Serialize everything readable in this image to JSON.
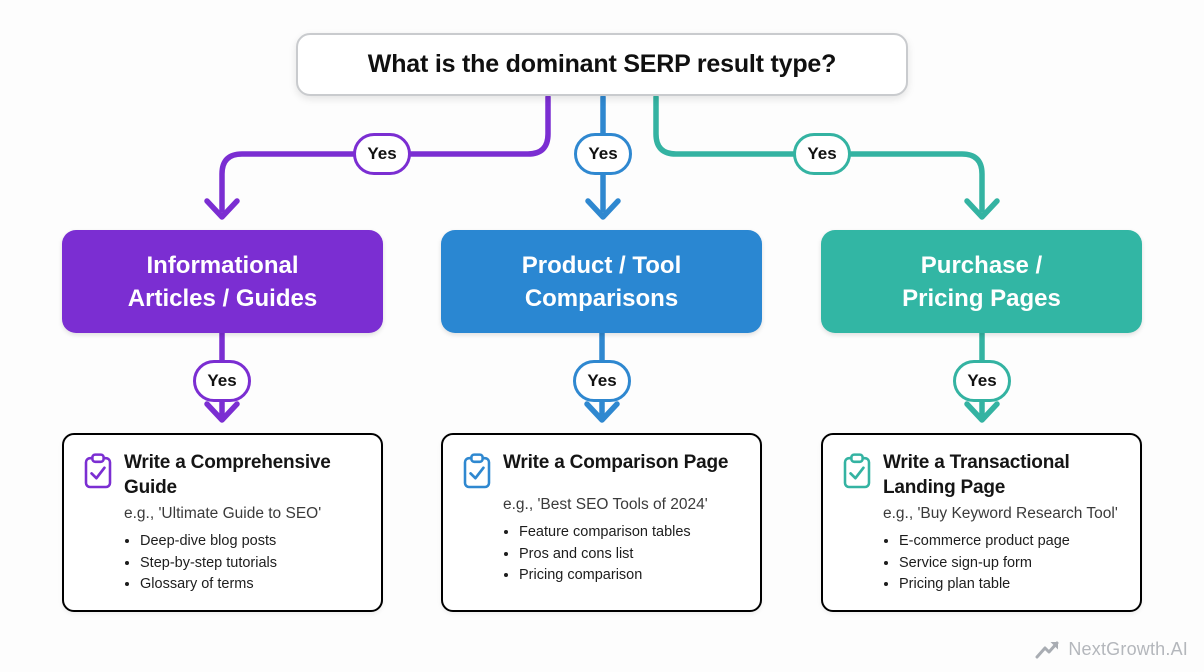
{
  "question": "What is the dominant SERP result type?",
  "connector_label": "Yes",
  "colors": {
    "purple": "#7B2ED2",
    "blue": "#2F88D0",
    "teal": "#34B3A2",
    "question_border": "#C9CBCE",
    "background": "#FDFDFD",
    "footer_gray": "#A9ADB3"
  },
  "branches": [
    {
      "id": "informational",
      "category_lines": [
        "Informational",
        "Articles / Guides"
      ],
      "card": {
        "title": "Write a Comprehensive Guide",
        "example": "e.g., 'Ultimate Guide to SEO'",
        "bullets": [
          "Deep-dive blog posts",
          "Step-by-step tutorials",
          "Glossary of terms"
        ]
      }
    },
    {
      "id": "comparisons",
      "category_lines": [
        "Product / Tool",
        "Comparisons"
      ],
      "card": {
        "title": "Write a Comparison Page",
        "example": "e.g., 'Best SEO Tools of 2024'",
        "bullets": [
          "Feature comparison tables",
          "Pros and cons list",
          "Pricing comparison"
        ]
      }
    },
    {
      "id": "transactional",
      "category_lines": [
        "Purchase /",
        "Pricing Pages"
      ],
      "card": {
        "title": "Write a Transactional Landing Page",
        "example": "e.g., 'Buy Keyword Research Tool'",
        "bullets": [
          "E-commerce product page",
          "Service sign-up form",
          "Pricing plan table"
        ]
      }
    }
  ],
  "footer": {
    "brand": "NextGrowth.AI"
  }
}
